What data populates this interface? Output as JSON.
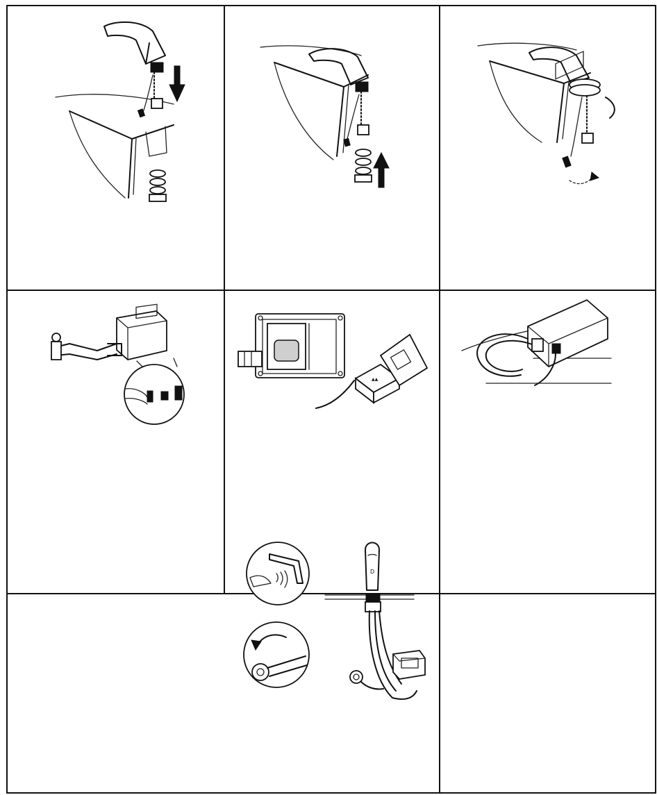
{
  "document": {
    "type": "installation-instruction-sheet",
    "grid": {
      "rows": 3,
      "columns": 3
    },
    "panels": [
      {
        "id": "step-1",
        "icon": "faucet-insert-down-icon"
      },
      {
        "id": "step-2",
        "icon": "washer-nut-up-icon"
      },
      {
        "id": "step-3",
        "icon": "tighten-nut-icon"
      },
      {
        "id": "step-4",
        "icon": "control-box-hose-connect-icon"
      },
      {
        "id": "step-5",
        "icon": "open-battery-box-icon"
      },
      {
        "id": "step-6",
        "icon": "mount-control-box-icon"
      },
      {
        "id": "step-7",
        "icon": "sensor-test-and-valve-open-icon"
      }
    ],
    "colors": {
      "ink": "#111111",
      "paper": "#ffffff",
      "fill": "#cfcfcf"
    }
  }
}
